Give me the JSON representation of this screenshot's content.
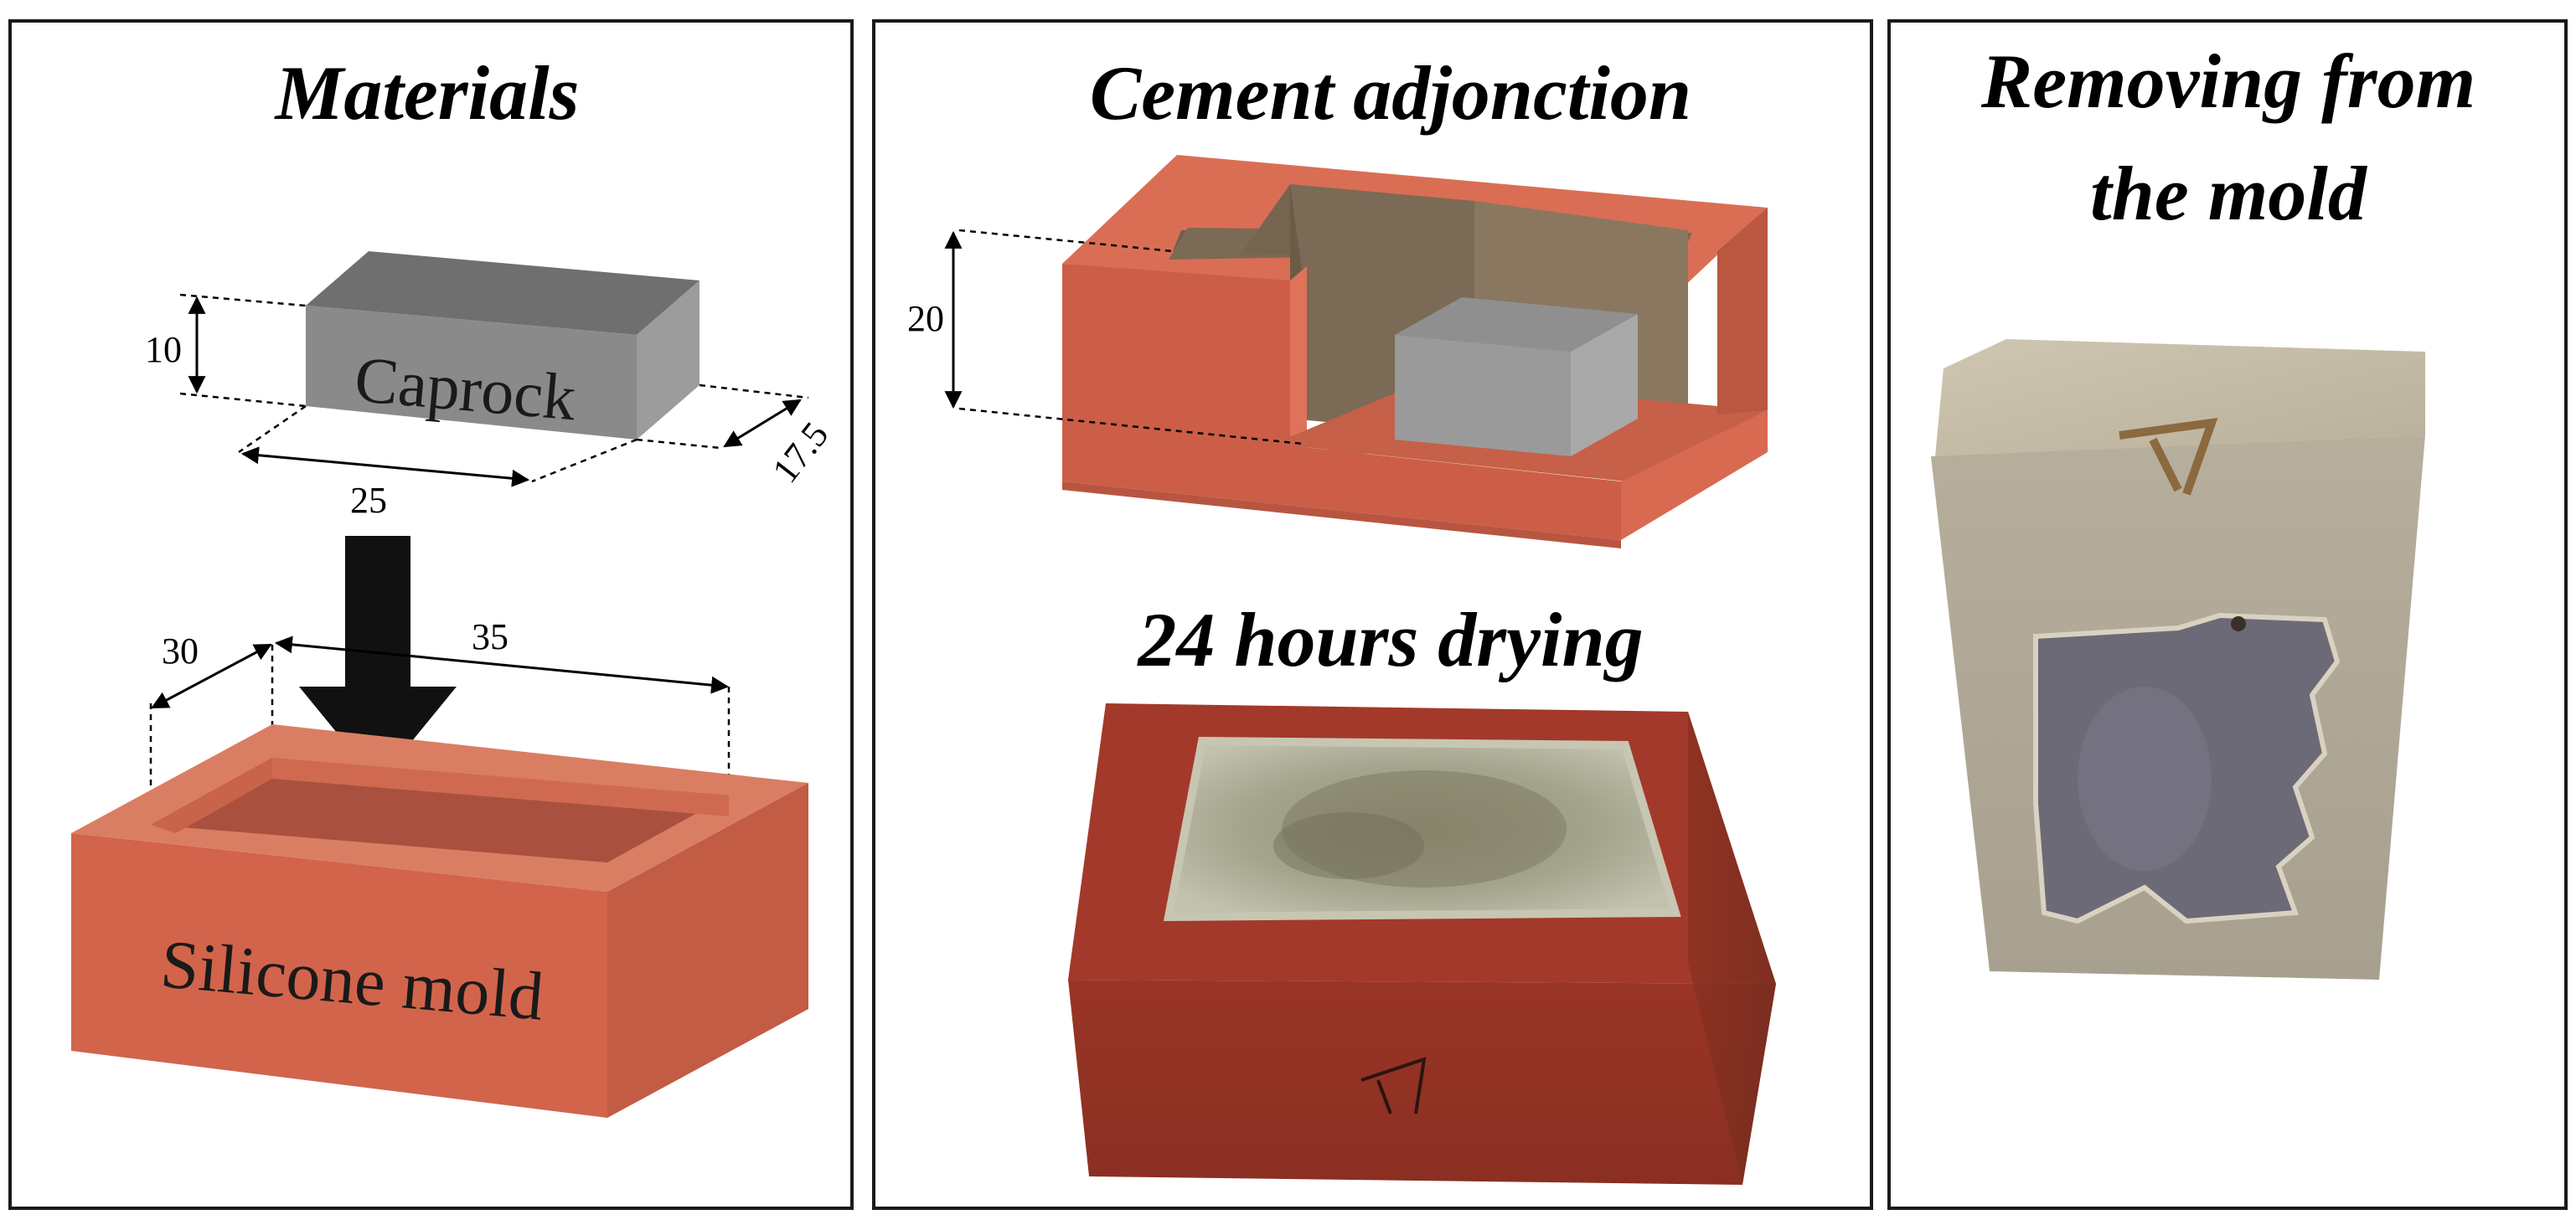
{
  "panels": [
    {
      "title_lines": [
        "Materials"
      ],
      "caprock_label": "Caprock",
      "mold_label": "Silicone mold",
      "caprock_dims": {
        "height": "10",
        "length": "25",
        "width": "17.5"
      },
      "mold_dims": {
        "width": "30",
        "length": "35"
      }
    },
    {
      "title_lines": [
        "Cement adjonction"
      ],
      "depth_dim": "20",
      "subtitle": "24 hours drying",
      "photo_marking": "4"
    },
    {
      "title_lines": [
        "Removing from",
        "the mold"
      ],
      "photo_marking": "4"
    }
  ],
  "colors": {
    "silicone_front": "#d2644b",
    "silicone_side": "#bf5b44",
    "silicone_top": "#da7e63",
    "silicone_inner": "#a9513e",
    "caprock_front": "#8a8a8a",
    "caprock_side": "#999999",
    "caprock_top": "#6f6f6f",
    "cement": "#7b6a55",
    "arrow": "#111111"
  }
}
